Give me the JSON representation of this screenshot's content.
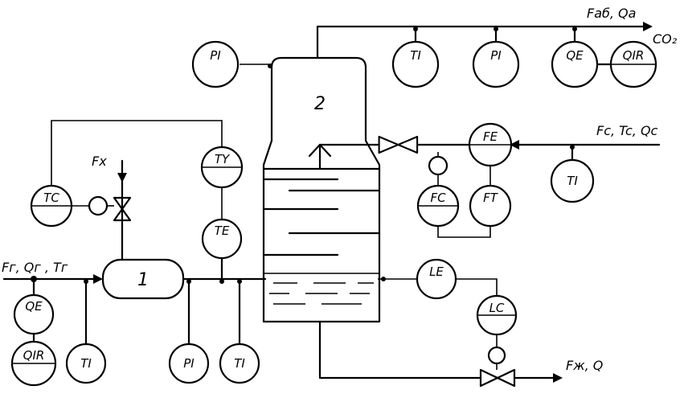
{
  "streams": {
    "offgas": "Fаб, Qа",
    "offgas_co2": "CO₂",
    "coolant": "Fc, Tc, Qc",
    "gas_in": "Fг, Qг , Tг",
    "cooling_agent": "Fx",
    "liquid_out": "Fж, Q"
  },
  "equipment": {
    "unit1": "1",
    "unit2": "2"
  },
  "instruments": {
    "pi_top": "PI",
    "ti_top": "TI",
    "pi_top2": "PI",
    "qe_top": "QE",
    "qir_top": "QIR",
    "fe": "FE",
    "ti_right": "TI",
    "fc": "FC",
    "ft": "FT",
    "tc": "TC",
    "ty": "TY",
    "te": "TE",
    "le": "LE",
    "lc": "LC",
    "qe_bottom": "QE",
    "qir_bottom": "QIR",
    "ti_bottom1": "TI",
    "pi_bottom": "PI",
    "ti_bottom2": "TI"
  }
}
